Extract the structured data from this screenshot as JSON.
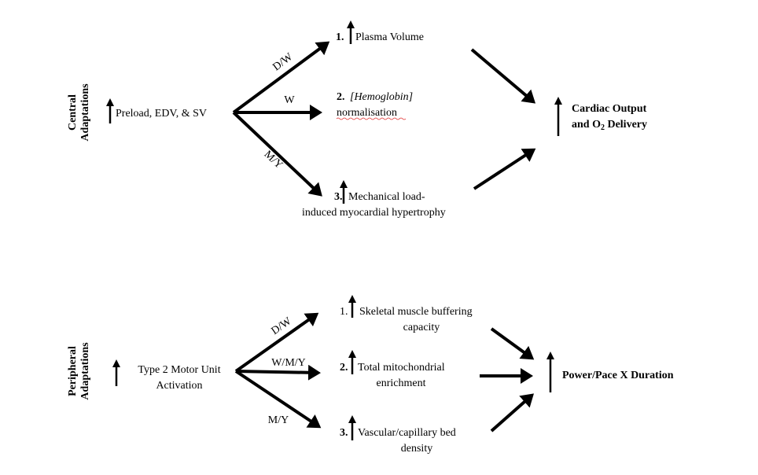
{
  "central": {
    "section_label_line1": "Central",
    "section_label_line2": "Adaptations",
    "source": "Preload, EDV, & SV",
    "paths": [
      "D/W",
      "W",
      "M/Y"
    ],
    "items": [
      {
        "num": "1.",
        "line1": "Plasma Volume"
      },
      {
        "num": "2.",
        "line1": "[Hemoglobin]",
        "line2": "normalisation"
      },
      {
        "num": "3.",
        "line1": "Mechanical load-",
        "line2": "induced myocardial hypertrophy"
      }
    ],
    "outcome_line1": "Cardiac Output",
    "outcome_line2_prefix": "and O",
    "outcome_line2_sub": "2",
    "outcome_line2_suffix": " Delivery"
  },
  "peripheral": {
    "section_label_line1": "Peripheral",
    "section_label_line2": "Adaptations",
    "source_line1": "Type 2 Motor Unit",
    "source_line2": "Activation",
    "paths": [
      "D/W",
      "W/M/Y",
      "M/Y"
    ],
    "items": [
      {
        "num": "1.",
        "line1": "Skeletal muscle buffering",
        "line2": "capacity"
      },
      {
        "num": "2.",
        "line1": "Total mitochondrial",
        "line2": "enrichment"
      },
      {
        "num": "3.",
        "line1": "Vascular/capillary bed",
        "line2": "density"
      }
    ],
    "outcome": "Power/Pace X Duration"
  }
}
